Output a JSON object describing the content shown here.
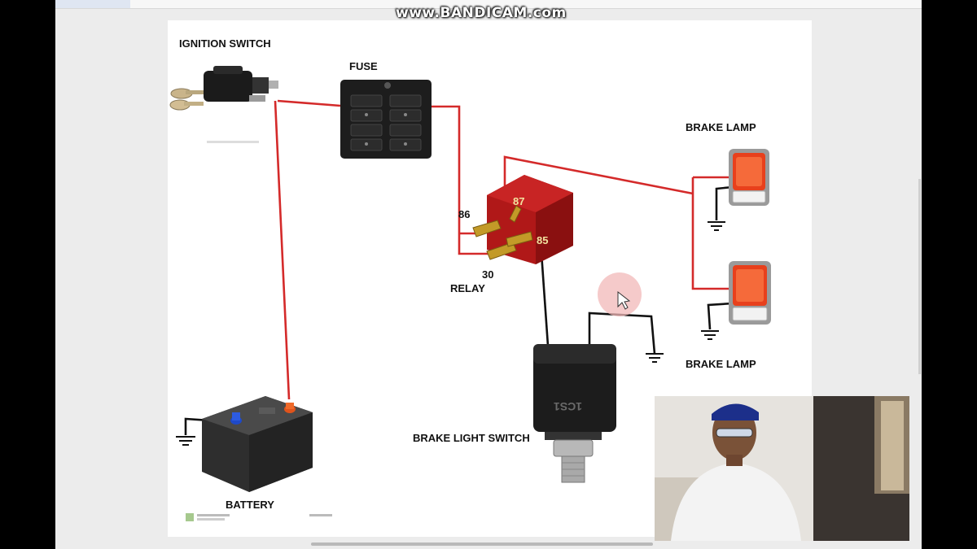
{
  "watermark": "www.BANDICAM.com",
  "labels": {
    "ignition_switch": "IGNITION SWITCH",
    "fuse": "FUSE",
    "relay": "RELAY",
    "brake_lamp_top": "BRAKE LAMP",
    "brake_lamp_bottom": "BRAKE LAMP",
    "brake_light_switch": "BRAKE LIGHT SWITCH",
    "battery": "BATTERY"
  },
  "relay_pins": {
    "p87": "87",
    "p86": "86",
    "p85": "85",
    "p30": "30"
  },
  "switch_marking": "1CS1",
  "colors": {
    "wire_power": "#d42a2a",
    "wire_ground": "#111111",
    "relay_body": "#b01818",
    "lamp_lens": "#e8401c"
  }
}
